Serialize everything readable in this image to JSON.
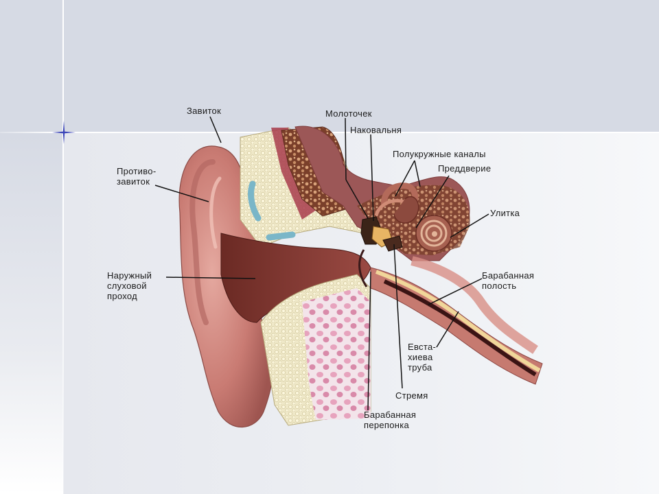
{
  "labels": {
    "helix": "Завиток",
    "antihelix": "Противо-\nзавиток",
    "ear_canal": "Наружный\nслуховой\nпроход",
    "malleus": "Молоточек",
    "incus": "Наковальня",
    "semicircular_canals": "Полукружные каналы",
    "vestibule": "Преддверие",
    "cochlea": "Улитка",
    "tympanic_cavity": "Барабанная\nполость",
    "eustachian_tube": "Евста-\nхиева\nтруба",
    "stapes": "Стремя",
    "eardrum": "Барабанная\nперепонка"
  }
}
